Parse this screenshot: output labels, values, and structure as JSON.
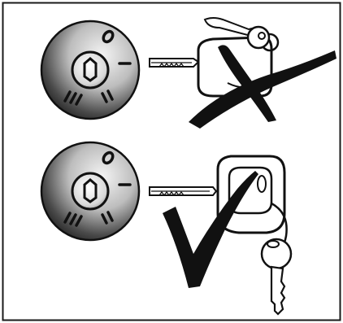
{
  "colors": {
    "frame": "#1a1a1a",
    "ink": "#111111",
    "paper": "#ffffff",
    "lock_gradient_light": "#f4f4f4",
    "lock_gradient_dark": "#1c1c1c"
  },
  "panels": [
    {
      "name": "incorrect",
      "mark_icon": "cross-mark-icon",
      "lock_icon": "ignition-lock-icon",
      "lock_positions": [
        "0",
        "I",
        "II",
        "III"
      ],
      "key_icon": "key-with-fob-icon"
    },
    {
      "name": "correct",
      "mark_icon": "check-mark-icon",
      "lock_icon": "ignition-lock-icon",
      "lock_positions": [
        "0",
        "I",
        "II",
        "III"
      ],
      "key_icon": "key-with-fob-icon"
    }
  ]
}
